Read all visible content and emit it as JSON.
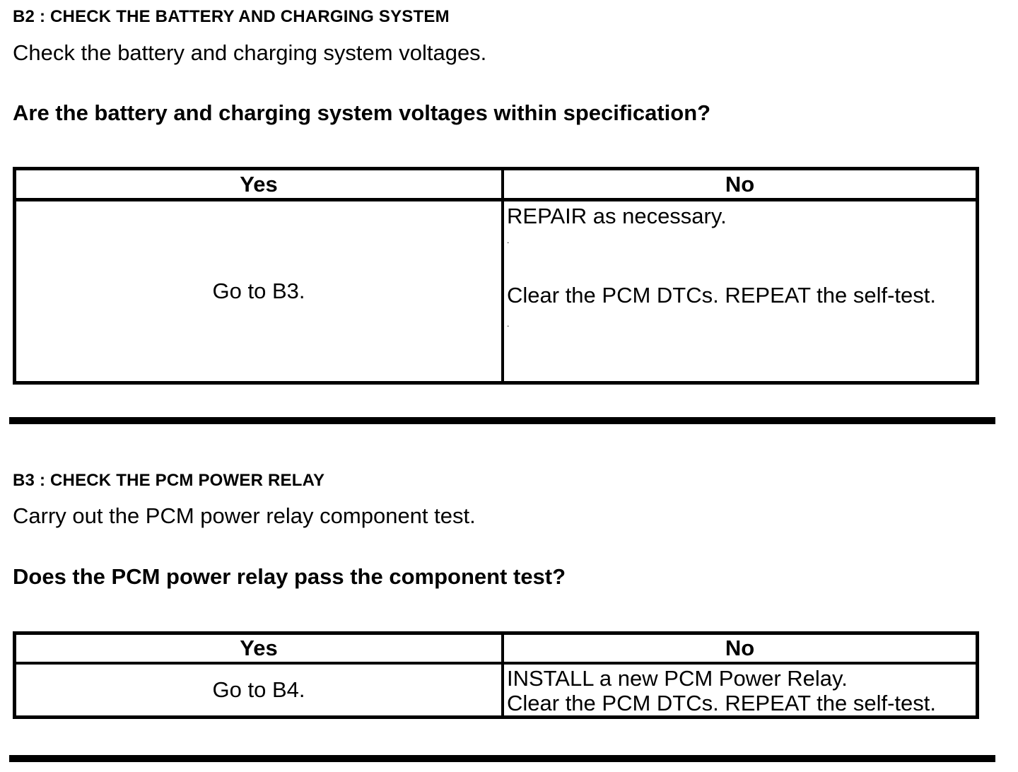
{
  "page": {
    "paper_color": "#ffffff",
    "ink_color": "#000000"
  },
  "sections": [
    {
      "id": "B2",
      "heading": "B2 : CHECK THE BATTERY AND CHARGING SYSTEM",
      "instruction": "Check the battery and charging system voltages.",
      "question": "Are the battery and charging system voltages within specification?",
      "table": {
        "headers": [
          "Yes",
          "No"
        ],
        "yes_action": "Go to B3.",
        "no_lines": [
          "REPAIR as necessary.",
          ".",
          "Clear the PCM DTCs. REPEAT the self-test.",
          "."
        ]
      }
    },
    {
      "id": "B3",
      "heading": "B3 : CHECK THE PCM POWER RELAY",
      "instruction": "Carry out the PCM power relay component test.",
      "question": "Does the PCM power relay pass the component test?",
      "table": {
        "headers": [
          "Yes",
          "No"
        ],
        "yes_action": "Go to B4.",
        "no_lines": [
          "INSTALL a new PCM Power Relay.",
          "Clear the PCM DTCs. REPEAT the self-test."
        ]
      }
    }
  ]
}
